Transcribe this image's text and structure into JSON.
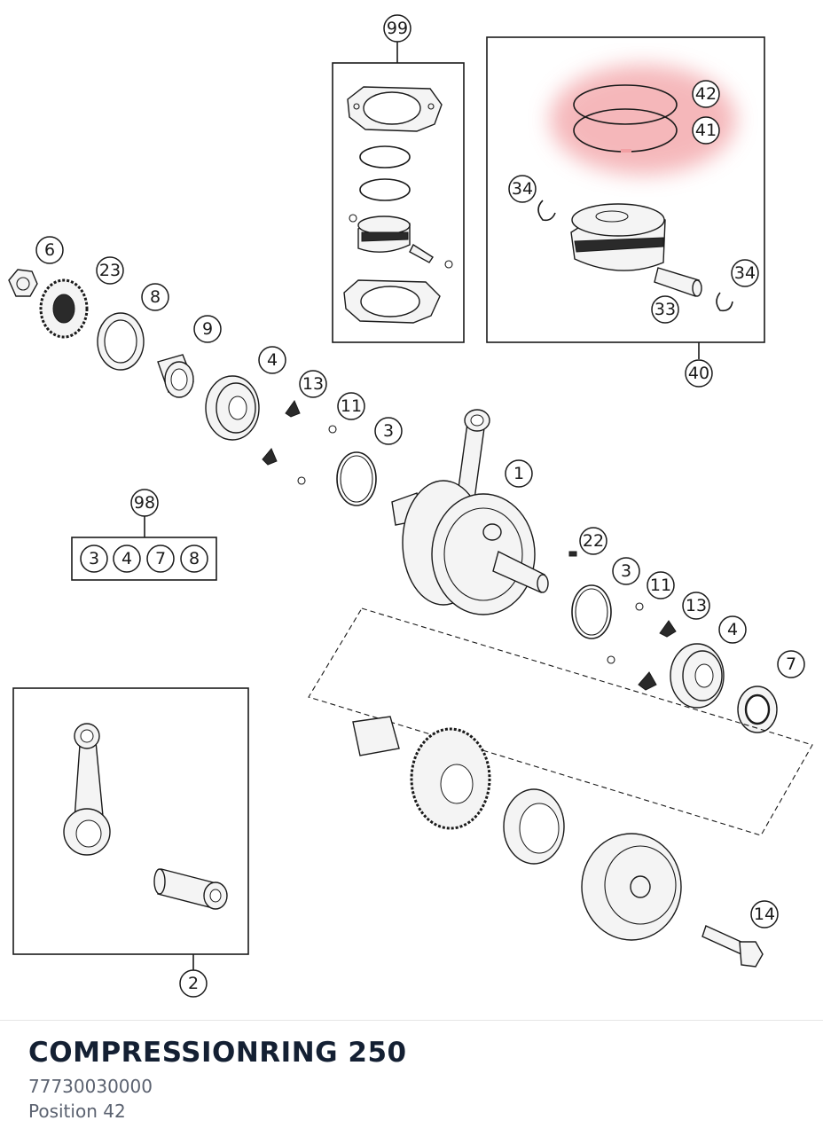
{
  "diagram": {
    "callouts": [
      "99",
      "42",
      "41",
      "34",
      "34",
      "33",
      "40",
      "6",
      "23",
      "8",
      "9",
      "4",
      "13",
      "11",
      "3",
      "1",
      "98",
      "3",
      "4",
      "7",
      "8",
      "22",
      "3",
      "11",
      "13",
      "4",
      "7",
      "14",
      "2"
    ],
    "highlight_color": "#f2a0a4",
    "highlighted_position": "42"
  },
  "part": {
    "title": "COMPRESSIONRING 250",
    "number": "77730030000",
    "position": "Position 42"
  }
}
